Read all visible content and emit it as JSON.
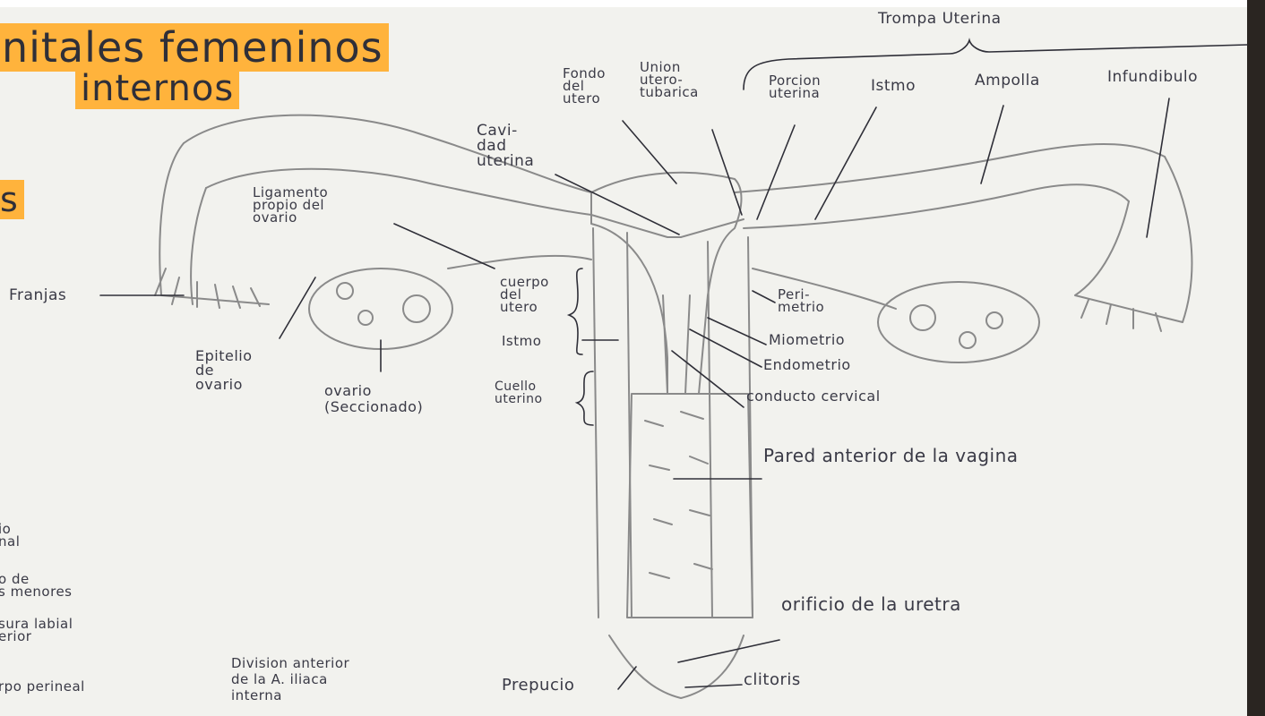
{
  "title": {
    "line1": "nitales femeninos",
    "line2": "internos",
    "fragment": "s"
  },
  "labels": {
    "trompa_uterina": "Trompa Uterina",
    "fondo_utero": "Fondo\ndel\nutero",
    "union_uterotubarica": "Union\nutero-\ntubarica",
    "porcion_uterina": "Porcion\nuterina",
    "istmo_trompa": "Istmo",
    "ampolla": "Ampolla",
    "infundibulo": "Infundibulo",
    "cavidad_uterina": "Cavi-\ndad\nuterina",
    "ligamento_propio": "Ligamento\npropio del\novario",
    "franjas": "Franjas",
    "epitelio": "Epitelio\nde\novario",
    "ovario": "ovario\n(Seccionado)",
    "cuerpo_utero": "cuerpo\ndel\nutero",
    "istmo_utero": "Istmo",
    "cuello_uterino": "Cuello\nuterino",
    "perimetrio": "Peri-\nmetrio",
    "miometrio": "Miometrio",
    "endometrio": "Endometrio",
    "conducto_cervical": "conducto cervical",
    "pared_vagina": "Pared anterior de la vagina",
    "orificio_uretra": "orificio de la uretra",
    "clitoris": "clitoris",
    "prepucio": "Prepucio",
    "division_iliaca": "Division anterior\nde la A. iliaca\ninterna"
  },
  "margin_fragments": {
    "f1": "io\nnal",
    "f2": "o de\ns menores",
    "f3": "sura labial\nerior",
    "f4": "rpo perineal"
  },
  "colors": {
    "paper": "#f2f2ee",
    "highlight": "#ffb33c",
    "pencil": "#8a8a8a",
    "ink": "#3a3a46"
  }
}
